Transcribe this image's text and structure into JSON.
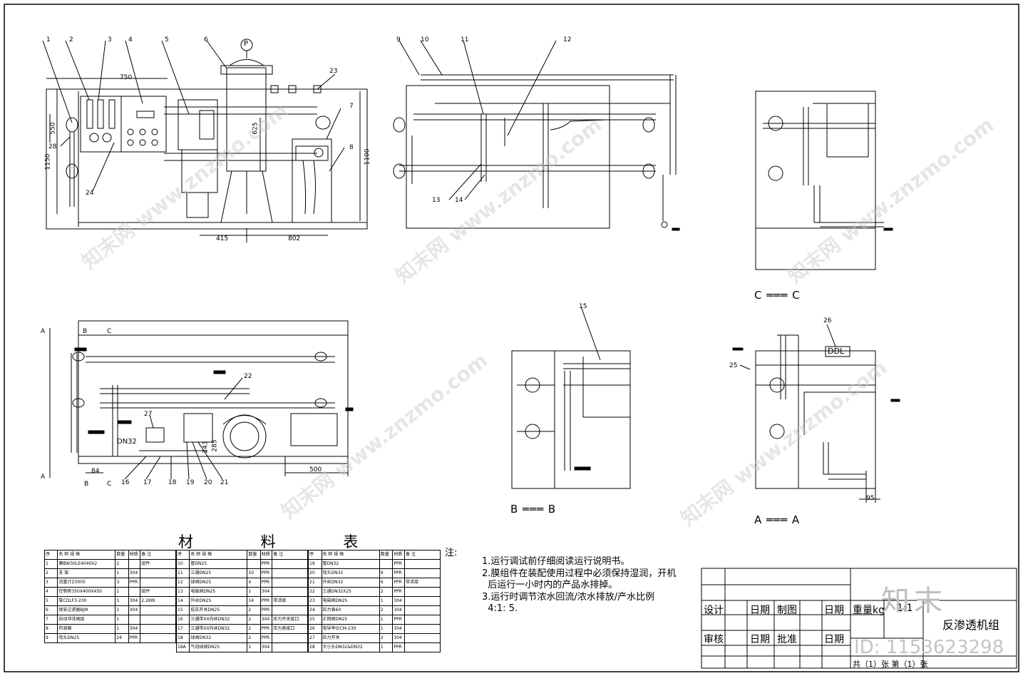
{
  "part_numbers": [
    "1",
    "2",
    "3",
    "4",
    "5",
    "6",
    "7",
    "8",
    "9",
    "10",
    "11",
    "12",
    "13",
    "14",
    "15",
    "16",
    "17",
    "18",
    "19",
    "20",
    "21",
    "22",
    "23",
    "24",
    "25",
    "26",
    "27",
    "28"
  ],
  "dimensions": {
    "d750": "750",
    "d550": "550",
    "d1150": "1150",
    "d625": "625",
    "d1100": "1100",
    "d415": "415",
    "d802": "802",
    "d285": "285",
    "d243": "243",
    "d84": "84",
    "d500": "500",
    "d95": "95",
    "dn32": "DN32",
    "ddl": "DDL",
    "p": "P"
  },
  "sections": {
    "aa": "A ═══ A",
    "bb": "B ═══ B",
    "cc": "C ═══ C",
    "a": "A",
    "b": "B",
    "c": "C"
  },
  "materials": {
    "title": "材 料 表",
    "col1": {
      "headers": [
        "序",
        "名 称 规 格",
        "数量",
        "材质",
        "备 注"
      ],
      "rows": [
        [
          "1",
          "膜BW30LE4040X2",
          "2",
          "",
          "组件"
        ],
        [
          "2",
          "支    架",
          "1",
          "304",
          ""
        ],
        [
          "3",
          "流量计Z3005",
          "3",
          "PPR",
          ""
        ],
        [
          "4",
          "控制柜350X400X450",
          "1",
          "",
          "组件"
        ],
        [
          "5",
          "泵CDLF3-230",
          "1",
          "304",
          "2.2KW"
        ],
        [
          "6",
          "保安过滤器BJM",
          "1",
          "304",
          ""
        ],
        [
          "7",
          "自动冲洗阀组",
          "1",
          "",
          ""
        ],
        [
          "8",
          "药液箱",
          "1",
          "304",
          ""
        ],
        [
          "9",
          "弯头DN25",
          "24",
          "PPR",
          ""
        ]
      ]
    },
    "col2": {
      "headers": [
        "序",
        "名 称 规 格",
        "数量",
        "材质",
        "备 注"
      ],
      "rows": [
        [
          "10",
          "管DN25",
          "",
          "PPR",
          ""
        ],
        [
          "11",
          "三通DN25",
          "10",
          "PPR",
          ""
        ],
        [
          "12",
          "球阀DN25",
          "4",
          "PPR",
          ""
        ],
        [
          "13",
          "电磁阀DN25",
          "1",
          "304",
          ""
        ],
        [
          "14",
          "外丝DN25",
          "14",
          "PPR",
          "带活接"
        ],
        [
          "15",
          "低压开关DN25",
          "2",
          "PPR",
          ""
        ],
        [
          "16",
          "三通带XX内丝DN32",
          "2",
          "304",
          "压力开关接口"
        ],
        [
          "17",
          "三通带XX内丝DN32",
          "2",
          "PPR",
          "压力表接口"
        ],
        [
          "18",
          "球阀DN32",
          "2",
          "PPR",
          ""
        ],
        [
          "18A",
          "气动球阀DN25",
          "1",
          "304",
          ""
        ]
      ]
    },
    "col3": {
      "headers": [
        "序",
        "名 称 规 格",
        "数量",
        "材质",
        "备 注"
      ],
      "rows": [
        [
          "19",
          "管DN32",
          "",
          "PPR",
          ""
        ],
        [
          "20",
          "弯头DN32",
          "6",
          "PPR",
          ""
        ],
        [
          "21",
          "外丝DN32",
          "6",
          "PPR",
          "带活接"
        ],
        [
          "22",
          "三通DN32X25",
          "2",
          "PPR",
          ""
        ],
        [
          "23",
          "电磁阀DN25",
          "1",
          "304",
          ""
        ],
        [
          "24",
          "压力表60",
          "2",
          "304",
          ""
        ],
        [
          "25",
          "止回阀DN25",
          "1",
          "PPR",
          ""
        ],
        [
          "26",
          "电导率仪CM-230",
          "1",
          "304",
          ""
        ],
        [
          "27",
          "压力开关",
          "2",
          "304",
          ""
        ],
        [
          "28",
          "大小头DN32&DN32",
          "1",
          "PPR",
          ""
        ]
      ]
    }
  },
  "notes": {
    "head": "注:",
    "lines": [
      "1.运行调试前仔细阅读运行说明书。",
      "2.膜组件在装配使用过程中必须保持湿润，开机",
      "  后运行一小时内的产品水排掉。",
      "3.运行时调节浓水回流/浓水排放/产水比例",
      "  4:1: 5."
    ]
  },
  "title_block": {
    "design": "设计",
    "check": "审核",
    "date1": "日期",
    "date2": "日期",
    "draw": "制图",
    "approve": "批准",
    "date3": "日期",
    "date4": "日期",
    "weight": "重量kg",
    "scale": "1:1",
    "name": "反渗透机组",
    "sheet": "共（1）张 第（1）张"
  },
  "watermark": {
    "site": "知末网 www.znzmo.com",
    "brand": "知末",
    "doc_id": "ID: 1153623298"
  }
}
